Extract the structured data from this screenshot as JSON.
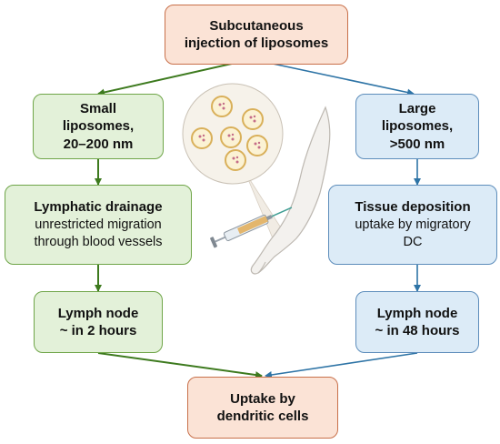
{
  "top": {
    "line1": "Subcutaneous",
    "line2": "injection of liposomes"
  },
  "left": {
    "size_box": {
      "line1": "Small",
      "line2": "liposomes,",
      "line3": "20–200 nm"
    },
    "process_box": {
      "title": "Lymphatic drainage",
      "line1": "unrestricted migration",
      "line2": "through blood vessels"
    },
    "node_box": {
      "line1": "Lymph node",
      "line2": "~ in 2 hours"
    }
  },
  "right": {
    "size_box": {
      "line1": "Large",
      "line2": "liposomes,",
      "line3": ">500 nm"
    },
    "process_box": {
      "title": "Tissue deposition",
      "line1": "uptake by migratory",
      "line2": "DC"
    },
    "node_box": {
      "line1": "Lymph node",
      "line2": "~ in 48 hours"
    }
  },
  "bottom": {
    "line1": "Uptake by",
    "line2": "dendritic cells"
  },
  "colors": {
    "orange_fill": "#fbe3d6",
    "orange_border": "#c8704a",
    "green_fill": "#e3f1d9",
    "green_border": "#6fa548",
    "blue_fill": "#dcebf7",
    "blue_border": "#5d8dbb",
    "green_arrow": "#3d7a1e",
    "blue_arrow": "#2e74a6"
  },
  "illustration": {
    "icon": "arm-syringe-liposomes-illustration"
  }
}
